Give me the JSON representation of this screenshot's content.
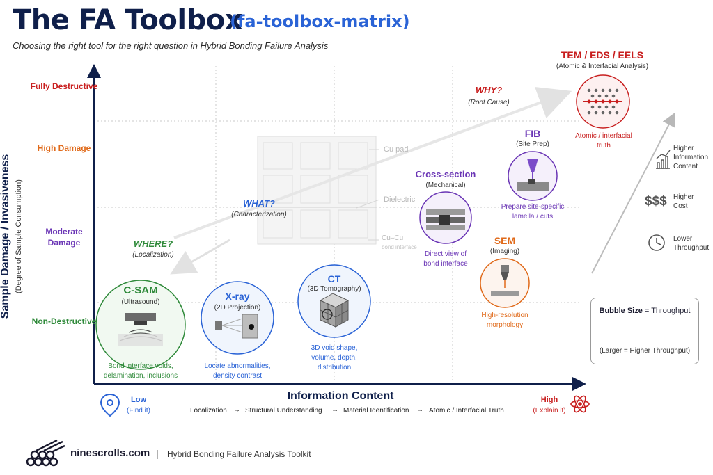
{
  "header": {
    "title": "The FA Toolbox",
    "tag": "(fa-toolbox-matrix)",
    "subtitle": "Choosing the right tool for the right question in Hybrid Bonding Failure Analysis"
  },
  "axes": {
    "y_title": "Sample Damage / Invasiveness",
    "y_subtitle": "(Degree of Sample Consumption)",
    "y_levels": [
      {
        "label": "Fully Destructive",
        "color": "#c81e1e"
      },
      {
        "label": "High Damage",
        "color": "#e06a1a"
      },
      {
        "label": "Moderate Damage",
        "color": "#6a35b5"
      },
      {
        "label": "Non-Destructive",
        "color": "#2f8a3a"
      }
    ],
    "x_title": "Information Content",
    "x_low": "Low",
    "x_low_sub": "(Find it)",
    "x_high": "High",
    "x_high_sub": "(Explain it)",
    "flow": [
      "Localization",
      "Structural Understanding",
      "Material Identification",
      "Atomic / Interfacial Truth"
    ],
    "flow_arrow": "→"
  },
  "questions": {
    "where": {
      "label": "WHERE?",
      "sub": "(Localization)",
      "color": "#2f8a3a"
    },
    "what": {
      "label": "WHAT?",
      "sub": "(Characterization)",
      "color": "#2a63d6"
    },
    "why": {
      "label": "WHY?",
      "sub": "(Root Cause)",
      "color": "#c81e1e"
    }
  },
  "background": {
    "cu_pad": "Cu pad",
    "dielectric": "Dielectric",
    "cucu": "Cu–Cu",
    "bond_interface": "bond interface"
  },
  "tools": {
    "csam": {
      "name": "C-SAM",
      "sub": "(Ultrasound)",
      "desc1": "Bond interface voids,",
      "desc2": "delamination, inclusions",
      "color": "#2f8a3a"
    },
    "xray": {
      "name": "X-ray",
      "sub": "(2D Projection)",
      "desc1": "Locate abnormalities,",
      "desc2": "density contrast",
      "color": "#2a63d6"
    },
    "ct": {
      "name": "CT",
      "sub": "(3D Tomography)",
      "desc1": "3D void shape,",
      "desc2": "volume, depth,",
      "desc3": "distribution",
      "color": "#2a63d6"
    },
    "xsec": {
      "name": "Cross-section",
      "sub": "(Mechanical)",
      "desc1": "Direct view of",
      "desc2": "bond interface",
      "color": "#6a35b5"
    },
    "fib": {
      "name": "FIB",
      "sub": "(Site Prep)",
      "desc1": "Prepare site-specific",
      "desc2": "lamella / cuts",
      "color": "#6a35b5"
    },
    "sem": {
      "name": "SEM",
      "sub": "(Imaging)",
      "desc1": "High-resolution",
      "desc2": "morphology",
      "color": "#e06a1a"
    },
    "tem": {
      "name": "TEM / EDS / EELS",
      "sub": "(Atomic & Interfacial Analysis)",
      "desc1": "Atomic / interfacial",
      "desc2": "truth",
      "color": "#c81e1e"
    }
  },
  "side_legend": {
    "info": "Higher Information Content",
    "cost_icon": "$$$",
    "cost": "Higher Cost",
    "throughput": "Lower Throughput"
  },
  "bubble_legend": {
    "title_bold": "Bubble Size",
    "title_rest": "= Throughput",
    "note": "(Larger = Higher Throughput)"
  },
  "footer": {
    "brand": "ninescrolls.com",
    "sep": "|",
    "text": "Hybrid Bonding Failure Analysis Toolkit"
  }
}
